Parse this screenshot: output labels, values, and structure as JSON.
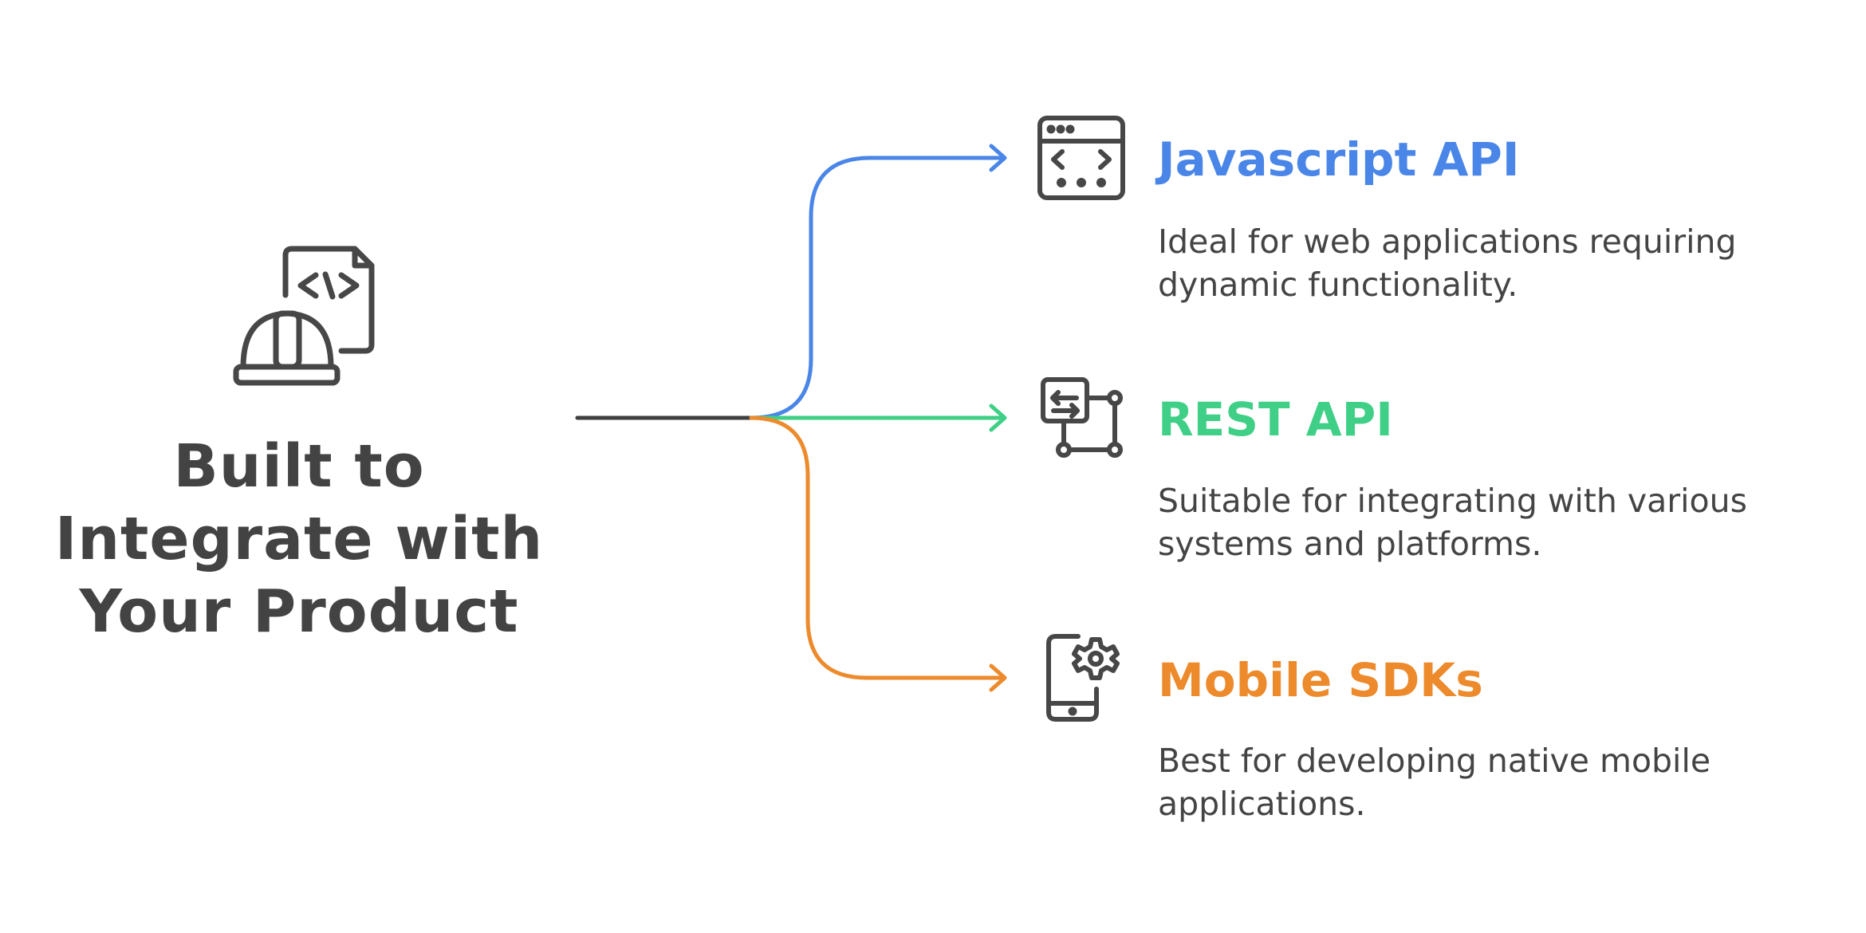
{
  "title": "Built to Integrate with Your Product",
  "colors": {
    "text": "#434343",
    "stem": "#3f3f3f",
    "icon": "#474747"
  },
  "branches": [
    {
      "title": "Javascript API",
      "description": "Ideal for web applications requiring dynamic functionality.",
      "color": "#4a86e8",
      "icon": "browser-code-window-icon"
    },
    {
      "title": "REST API",
      "description": "Suitable for integrating with various systems and platforms.",
      "color": "#3fcf86",
      "icon": "api-network-icon"
    },
    {
      "title": "Mobile SDKs",
      "description": "Best for developing native mobile applications.",
      "color": "#ec8a2c",
      "icon": "mobile-gear-icon"
    }
  ]
}
